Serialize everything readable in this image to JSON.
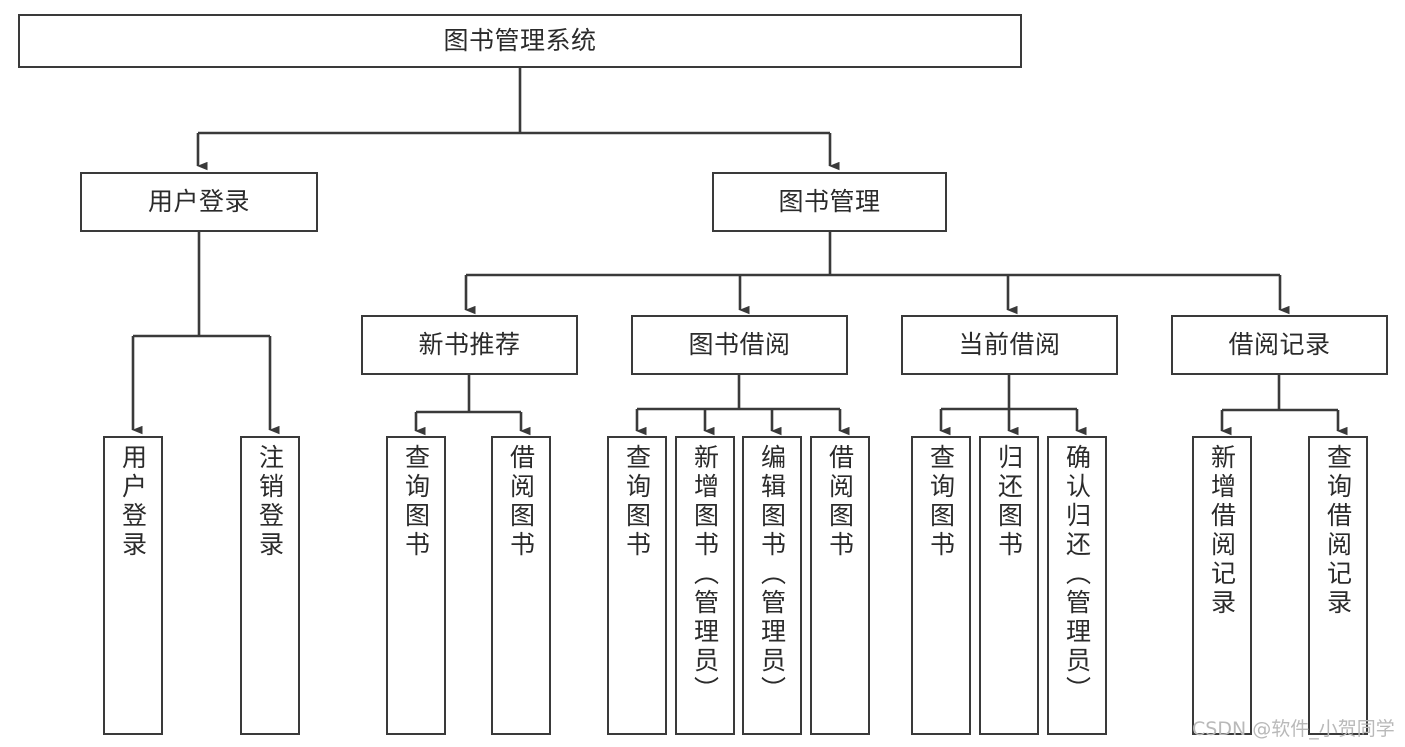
{
  "diagram": {
    "title": "图书管理系统",
    "root": {
      "id": "root",
      "label": "图书管理系统"
    },
    "level2": [
      {
        "id": "user-login",
        "label": "用户登录"
      },
      {
        "id": "book-manage",
        "label": "图书管理"
      }
    ],
    "level3": [
      {
        "id": "new-book-recommend",
        "label": "新书推荐"
      },
      {
        "id": "book-borrow",
        "label": "图书借阅"
      },
      {
        "id": "current-borrow",
        "label": "当前借阅"
      },
      {
        "id": "borrow-record",
        "label": "借阅记录"
      }
    ],
    "leaves": {
      "user_login": [
        {
          "id": "leaf-user-login",
          "label": "用户登录"
        },
        {
          "id": "leaf-logout-login",
          "label": "注销登录"
        }
      ],
      "new_book_recommend": [
        {
          "id": "leaf-query-book-1",
          "label": "查询图书"
        },
        {
          "id": "leaf-borrow-book-1",
          "label": "借阅图书"
        }
      ],
      "book_borrow": [
        {
          "id": "leaf-query-book-2",
          "label": "查询图书"
        },
        {
          "id": "leaf-add-book",
          "label": "新增图书（管理员）"
        },
        {
          "id": "leaf-edit-book",
          "label": "编辑图书（管理员）"
        },
        {
          "id": "leaf-borrow-book-2",
          "label": "借阅图书"
        }
      ],
      "current_borrow": [
        {
          "id": "leaf-query-book-3",
          "label": "查询图书"
        },
        {
          "id": "leaf-return-book",
          "label": "归还图书"
        },
        {
          "id": "leaf-confirm-return",
          "label": "确认归还（管理员）"
        }
      ],
      "borrow_record": [
        {
          "id": "leaf-add-record",
          "label": "新增借阅记录"
        },
        {
          "id": "leaf-query-record",
          "label": "查询借阅记录"
        }
      ]
    }
  },
  "watermark": {
    "text": "CSDN @软件_小贺同学"
  },
  "colors": {
    "box_border": "#3a3a3a",
    "connector": "#3a3a3a",
    "text": "#2b2b2b",
    "background": "#ffffff",
    "watermark": "#b9b9b9"
  }
}
